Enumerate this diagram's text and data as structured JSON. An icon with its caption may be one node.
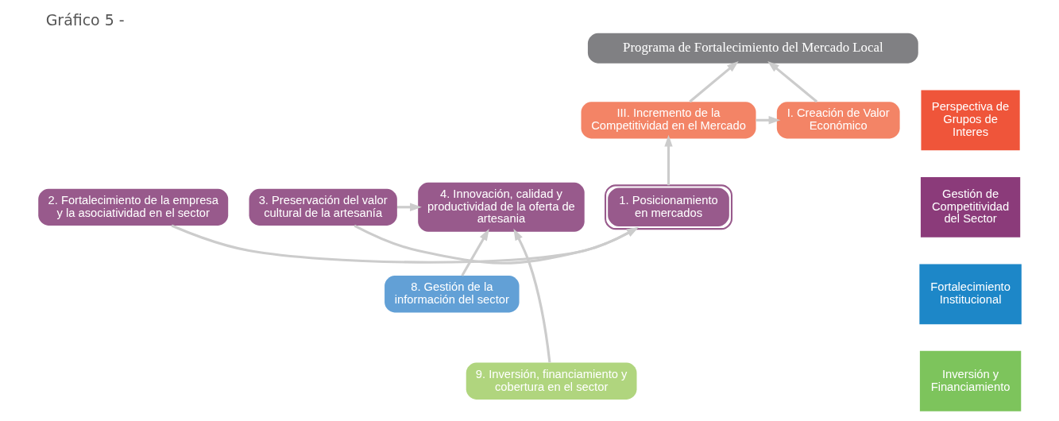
{
  "diagram": {
    "title": "Gráfico 5 -",
    "nodes": [
      {
        "text": [
          "Programa de Fortalecimiento del Mercado Local"
        ]
      },
      {
        "text": [
          "Perspectiva de Grupos de Interes"
        ]
      },
      {
        "text": [
          "Gestión de Competitividad del Sector"
        ]
      },
      {
        "text": [
          "Fortalecimiento Institucional"
        ]
      },
      {
        "text": [
          "Inversión y Financiamiento"
        ]
      },
      {
        "text": [
          "I. Creación de Valor Económico"
        ]
      },
      {
        "text": [
          "III. Incremento de la Competitividad en el Mercado"
        ]
      },
      {
        "text": [
          "1. Posicionamiento en mercados"
        ]
      },
      {
        "text": [
          "2. Fortalecimiento de la empresa y la asociatividad en el sector"
        ]
      },
      {
        "text": [
          "3. Preservación del valor cultural de la artesanía"
        ]
      },
      {
        "text": [
          "4. Innovación, calidad y productividad de la oferta de artesania"
        ]
      },
      {
        "text": [
          "8. Gestión de la información del sector"
        ]
      },
      {
        "text": [
          "9. Inversión, financiamiento y cobertura en el sector"
        ]
      }
    ],
    "edges": [
      {
        "from": 5,
        "to": 0,
        "arrow": "to"
      },
      {
        "from": 6,
        "to": 0,
        "arrow": "to"
      },
      {
        "from": 6,
        "to": 5,
        "arrow": "to"
      },
      {
        "from": 7,
        "to": 6,
        "arrow": "to"
      },
      {
        "from": 8,
        "to": 7,
        "arrow": "to"
      },
      {
        "from": 9,
        "to": 7,
        "arrow": "to"
      },
      {
        "from": 9,
        "to": 10,
        "arrow": "to"
      },
      {
        "from": 11,
        "to": 10,
        "arrow": "to"
      },
      {
        "from": 12,
        "to": 10,
        "arrow": "to"
      }
    ]
  }
}
